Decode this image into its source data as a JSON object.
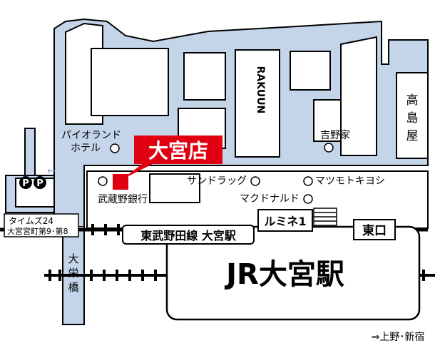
{
  "store": {
    "name": "大宮店",
    "color": "#e00012"
  },
  "landmarks": {
    "pioland": "パイオランド",
    "hotel": "ホテル",
    "musashino_bank": "武蔵野銀行",
    "sundrug": "サンドラッグ",
    "matsumoto": "マツモトキヨシ",
    "mcdonalds": "マクドナルド",
    "yoshinoya": "吉野家",
    "rakuun": "RAKUUN",
    "takashimaya": [
      "高",
      "島",
      "屋"
    ],
    "lumine": "ルミネ1",
    "east_exit": "東口",
    "tobu_station": "東武野田線 大宮駅",
    "jr_station": "JR大宮駅",
    "bridge": [
      "大",
      "栄",
      "橋"
    ]
  },
  "parking": {
    "symbols": [
      "P",
      "P"
    ],
    "line1": "タイムズ24",
    "line2": "大宮宮町第9･第8"
  },
  "direction": "⇒上野･新宿",
  "colors": {
    "road": "#c4d5ea",
    "outline": "#000000",
    "block": "#ffffff",
    "store": "#e00012"
  }
}
